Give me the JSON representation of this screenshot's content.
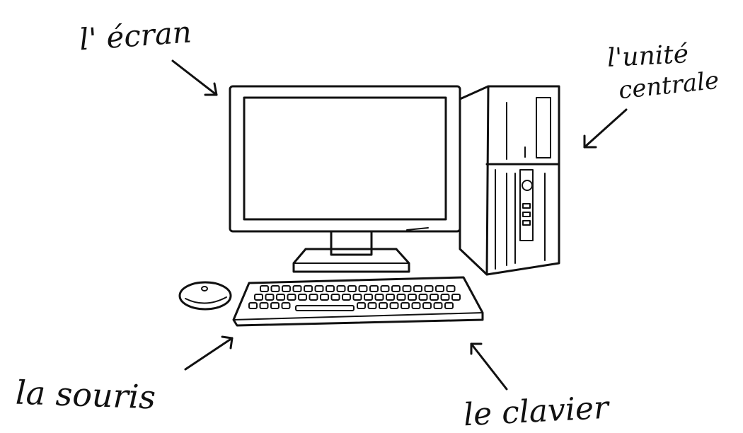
{
  "labels": {
    "screen": "l' écran",
    "central_unit_line1": "l'unité",
    "central_unit_line2": "centrale",
    "mouse": "la souris",
    "keyboard": "le clavier"
  },
  "colors": {
    "ink": "#111111",
    "paper": "#ffffff"
  },
  "icons": [
    "monitor-icon",
    "computer-tower-icon",
    "keyboard-icon",
    "mouse-icon",
    "arrow-icon"
  ]
}
